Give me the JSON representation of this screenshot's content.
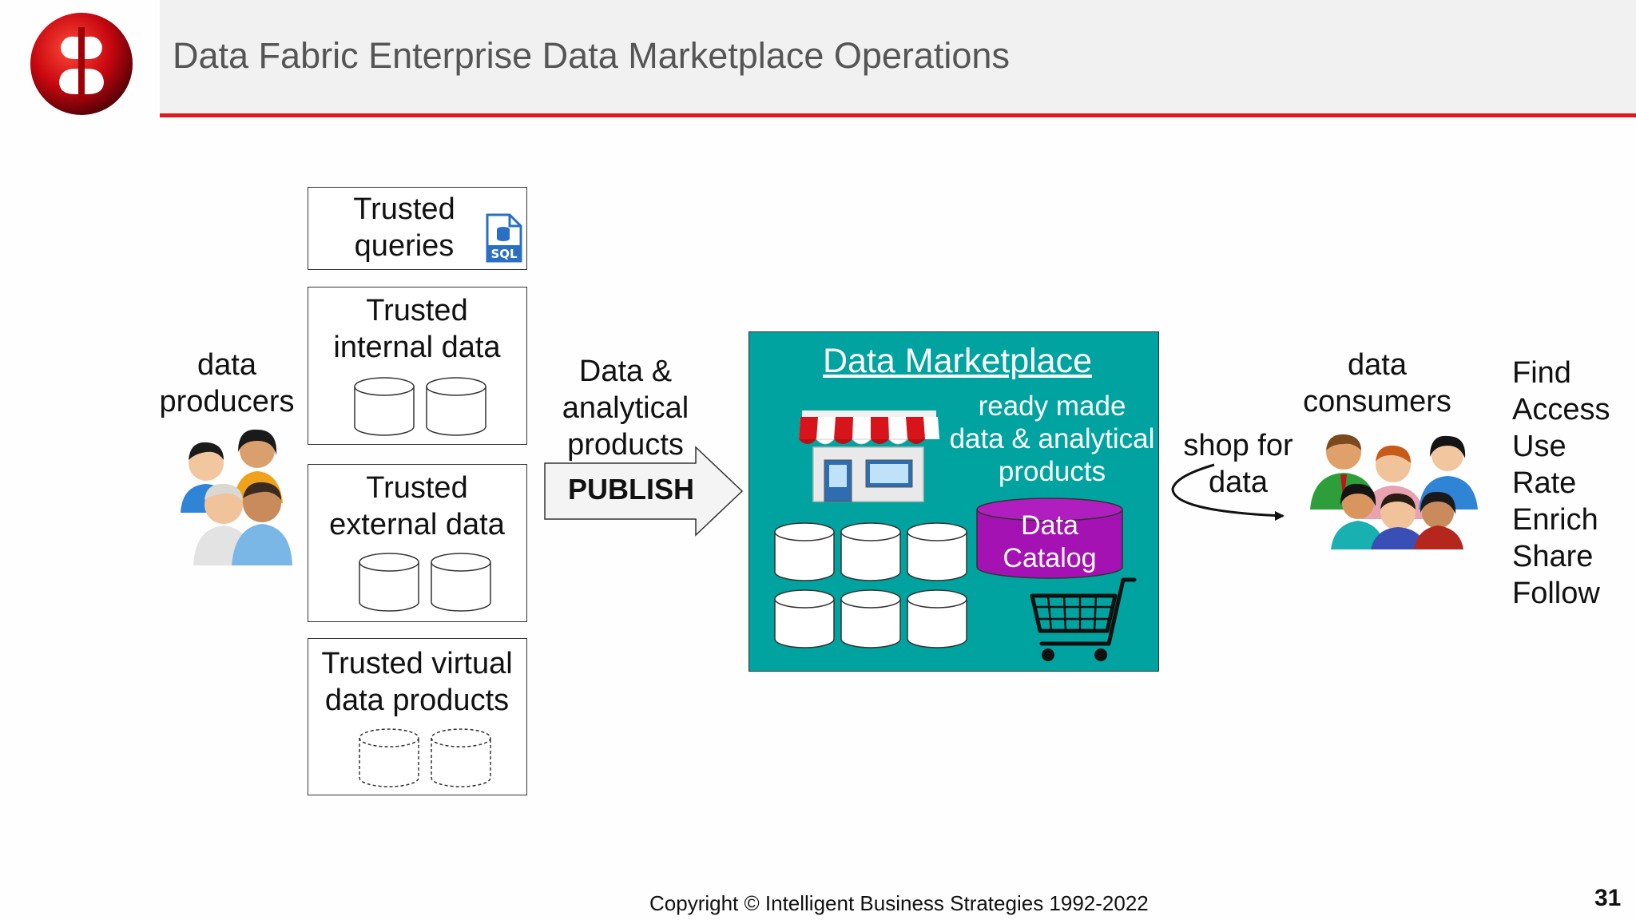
{
  "header": {
    "title": "Data Fabric Enterprise Data Marketplace Operations"
  },
  "colors": {
    "accent_red": "#e0171b",
    "marketplace_teal": "#00a39f",
    "catalog_purple": "#a512b3"
  },
  "producers": {
    "label_line1": "data",
    "label_line2": "producers",
    "icon": "people-group-icon"
  },
  "sources": [
    {
      "line1": "Trusted",
      "line2": "queries",
      "icon": "sql-file-icon"
    },
    {
      "line1": "Trusted",
      "line2": "internal data",
      "icon": "database-cylinder-icon"
    },
    {
      "line1": "Trusted",
      "line2": "external data",
      "icon": "database-cylinder-icon"
    },
    {
      "line1": "Trusted virtual",
      "line2": "data products",
      "icon": "virtual-database-icon"
    }
  ],
  "publish": {
    "line1": "Data &",
    "line2": "analytical",
    "line3": "products",
    "arrow_label": "PUBLISH"
  },
  "marketplace": {
    "title": "Data Marketplace",
    "sub_line1": "ready made",
    "sub_line2": "data & analytical",
    "sub_line3": "products",
    "catalog_line1": "Data",
    "catalog_line2": "Catalog",
    "store_icon": "storefront-icon",
    "cart_icon": "shopping-cart-icon"
  },
  "shop": {
    "line1": "shop for",
    "line2": "data"
  },
  "consumers": {
    "label_line1": "data",
    "label_line2": "consumers",
    "icon": "people-group-icon"
  },
  "actions": [
    "Find",
    "Access",
    "Use",
    "Rate",
    "Enrich",
    "Share",
    "Follow"
  ],
  "footer": {
    "copyright": "Copyright © Intelligent Business Strategies 1992-2022",
    "page_number": "31"
  }
}
